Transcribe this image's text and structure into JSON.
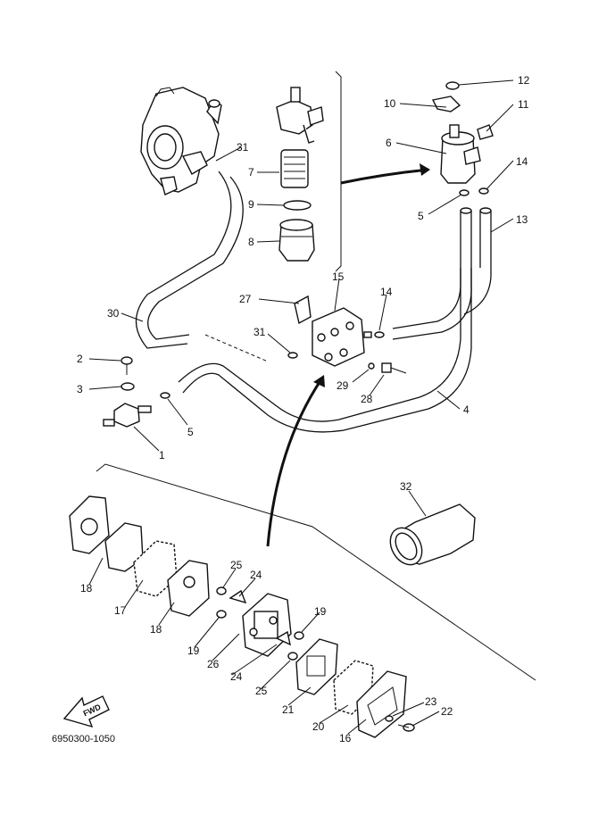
{
  "callouts": [
    {
      "id": "c1",
      "text": "1"
    },
    {
      "id": "c2",
      "text": "2"
    },
    {
      "id": "c3",
      "text": "3"
    },
    {
      "id": "c4",
      "text": "4"
    },
    {
      "id": "c5a",
      "text": "5"
    },
    {
      "id": "c5b",
      "text": "5"
    },
    {
      "id": "c6",
      "text": "6"
    },
    {
      "id": "c7",
      "text": "7"
    },
    {
      "id": "c8",
      "text": "8"
    },
    {
      "id": "c9",
      "text": "9"
    },
    {
      "id": "c10",
      "text": "10"
    },
    {
      "id": "c11",
      "text": "11"
    },
    {
      "id": "c12",
      "text": "12"
    },
    {
      "id": "c13",
      "text": "13"
    },
    {
      "id": "c14a",
      "text": "14"
    },
    {
      "id": "c14b",
      "text": "14"
    },
    {
      "id": "c15",
      "text": "15"
    },
    {
      "id": "c16",
      "text": "16"
    },
    {
      "id": "c17",
      "text": "17"
    },
    {
      "id": "c18a",
      "text": "18"
    },
    {
      "id": "c18b",
      "text": "18"
    },
    {
      "id": "c19a",
      "text": "19"
    },
    {
      "id": "c19b",
      "text": "19"
    },
    {
      "id": "c20",
      "text": "20"
    },
    {
      "id": "c21",
      "text": "21"
    },
    {
      "id": "c22",
      "text": "22"
    },
    {
      "id": "c23",
      "text": "23"
    },
    {
      "id": "c24a",
      "text": "24"
    },
    {
      "id": "c24b",
      "text": "24"
    },
    {
      "id": "c25a",
      "text": "25"
    },
    {
      "id": "c25b",
      "text": "25"
    },
    {
      "id": "c26",
      "text": "26"
    },
    {
      "id": "c27",
      "text": "27"
    },
    {
      "id": "c28",
      "text": "28"
    },
    {
      "id": "c29",
      "text": "29"
    },
    {
      "id": "c30",
      "text": "30"
    },
    {
      "id": "c31a",
      "text": "31"
    },
    {
      "id": "c31b",
      "text": "31"
    },
    {
      "id": "c32",
      "text": "32"
    }
  ],
  "fwd_label": "FWD",
  "diagram_code": "6950300-1050"
}
